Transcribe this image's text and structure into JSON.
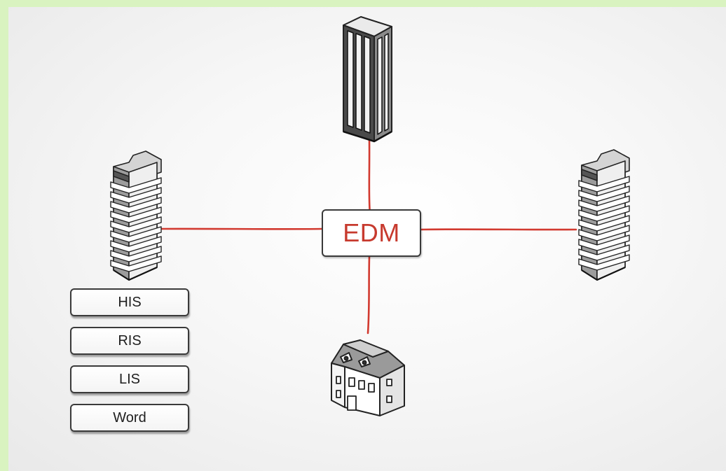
{
  "diagram": {
    "center_node": {
      "label": "EDM",
      "label_color": "#c73a2e"
    },
    "connector_color": "#d23a30",
    "nodes": [
      {
        "name": "tall-building-top",
        "icon": "skyscraper-icon"
      },
      {
        "name": "apartment-building-left",
        "icon": "apartment-building-icon"
      },
      {
        "name": "apartment-building-right",
        "icon": "apartment-building-icon"
      },
      {
        "name": "house-bottom",
        "icon": "house-icon"
      }
    ],
    "systems": [
      {
        "label": "HIS"
      },
      {
        "label": "RIS"
      },
      {
        "label": "LIS"
      },
      {
        "label": "Word"
      }
    ]
  },
  "colors": {
    "outer_border": "#d9f3c0",
    "background": "#f5f5f5",
    "ink": "#2b2b2b"
  }
}
